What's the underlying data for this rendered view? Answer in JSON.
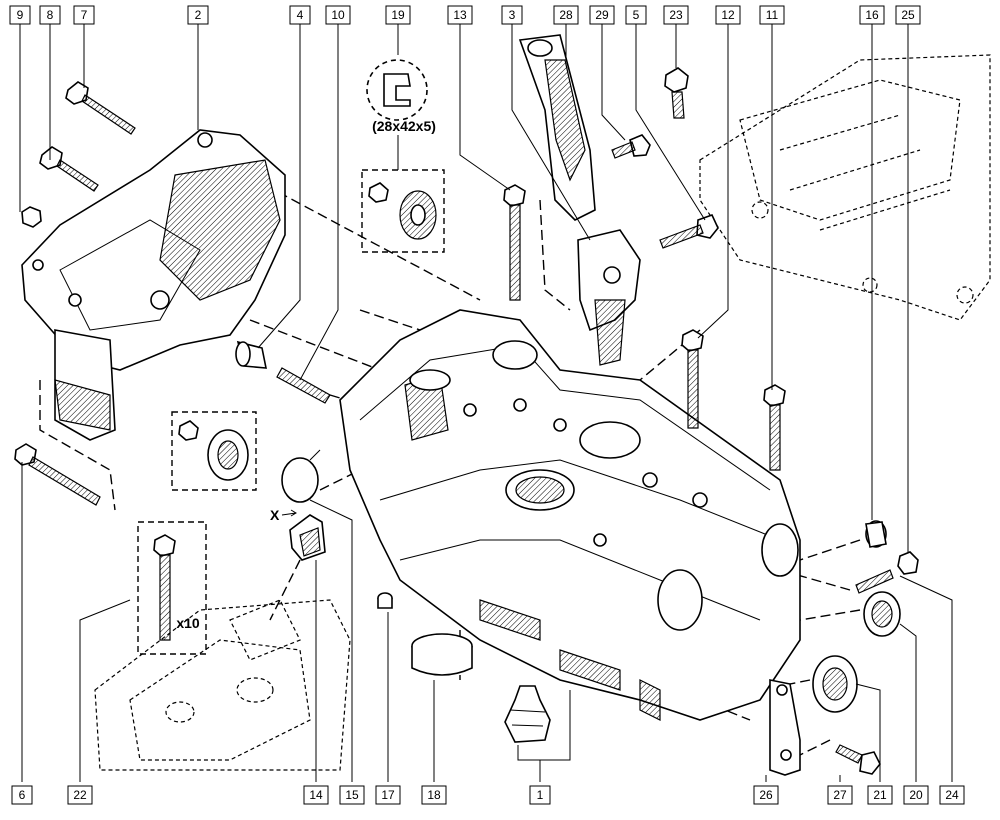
{
  "callouts": [
    {
      "label": "9"
    },
    {
      "label": "8"
    },
    {
      "label": "7"
    },
    {
      "label": "2"
    },
    {
      "label": "4"
    },
    {
      "label": "10"
    },
    {
      "label": "19"
    },
    {
      "label": "13"
    },
    {
      "label": "3"
    },
    {
      "label": "28"
    },
    {
      "label": "29"
    },
    {
      "label": "5"
    },
    {
      "label": "23"
    },
    {
      "label": "12"
    },
    {
      "label": "11"
    },
    {
      "label": "16"
    },
    {
      "label": "25"
    },
    {
      "label": "6"
    },
    {
      "label": "22"
    },
    {
      "label": "14"
    },
    {
      "label": "15"
    },
    {
      "label": "17"
    },
    {
      "label": "18"
    },
    {
      "label": "1"
    },
    {
      "label": "26"
    },
    {
      "label": "27"
    },
    {
      "label": "21"
    },
    {
      "label": "20"
    },
    {
      "label": "24"
    }
  ],
  "seal_dimension": "(28x42x5)",
  "quantity_label": "x10",
  "view_marker": "X"
}
